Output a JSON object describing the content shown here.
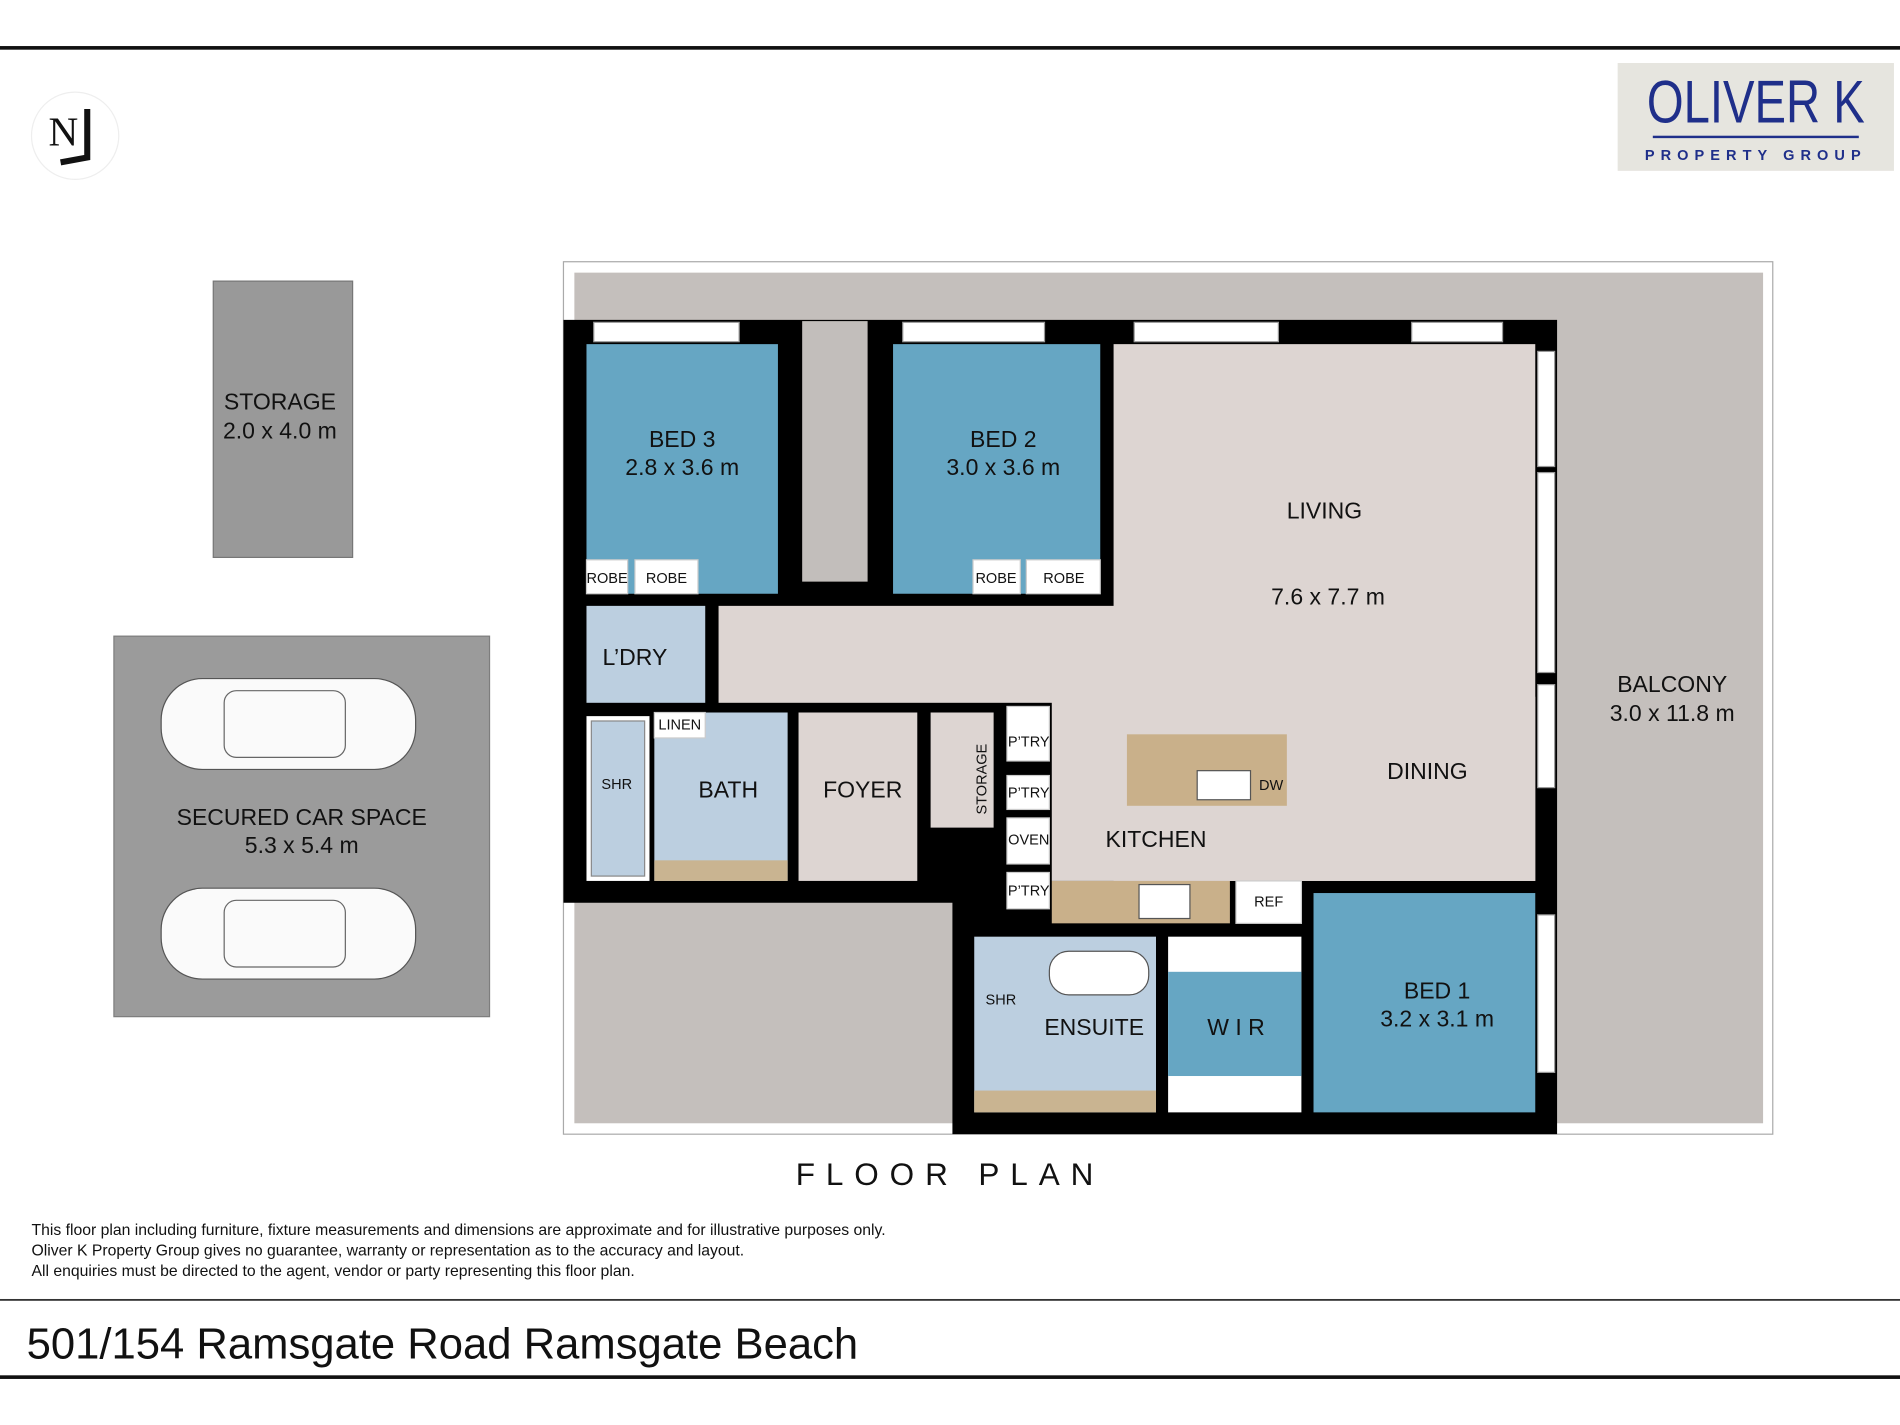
{
  "brand": {
    "name": "OLIVER K",
    "tagline": "PROPERTY GROUP",
    "color": "#1f2f8a"
  },
  "compass": {
    "letter": "N"
  },
  "outbuildings": {
    "storage": {
      "name": "STORAGE",
      "size": "2.0 x 4.0 m"
    },
    "car_space": {
      "name": "SECURED CAR SPACE",
      "size": "5.3 x 5.4 m"
    }
  },
  "rooms": {
    "bed3": {
      "name": "BED 3",
      "size": "2.8 x 3.6 m"
    },
    "bed2": {
      "name": "BED 2",
      "size": "3.0 x 3.6 m"
    },
    "living": {
      "name": "LIVING",
      "size": "7.6 x 7.7 m"
    },
    "balcony": {
      "name": "BALCONY",
      "size": "3.0 x 11.8 m"
    },
    "dining": {
      "name": "DINING"
    },
    "kitchen": {
      "name": "KITCHEN"
    },
    "laundry": {
      "name": "L’DRY"
    },
    "linen": {
      "name": "LINEN"
    },
    "bath": {
      "name": "BATH"
    },
    "shower": {
      "name": "SHR"
    },
    "foyer": {
      "name": "FOYER"
    },
    "storage": {
      "name": "STORAGE"
    },
    "pantry": {
      "name": "P’TRY"
    },
    "oven": {
      "name": "OVEN"
    },
    "dishwasher": {
      "name": "DW"
    },
    "fridge": {
      "name": "REF"
    },
    "ensuite": {
      "name": "ENSUITE"
    },
    "wir": {
      "name": "W I R"
    },
    "bed1": {
      "name": "BED 1",
      "size": "3.2 x 3.1 m"
    },
    "robe": {
      "name": "ROBE"
    }
  },
  "plan_title": "FLOOR PLAN",
  "disclaimer": [
    "This floor plan including furniture, fixture measurements and dimensions are approximate and for illustrative purposes only.",
    "Oliver K Property Group gives no guarantee, warranty or representation as to the accuracy and layout.",
    "All enquiries must be directed to the agent, vendor or party representing this floor plan."
  ],
  "address": "501/154 Ramsgate Road Ramsgate Beach"
}
